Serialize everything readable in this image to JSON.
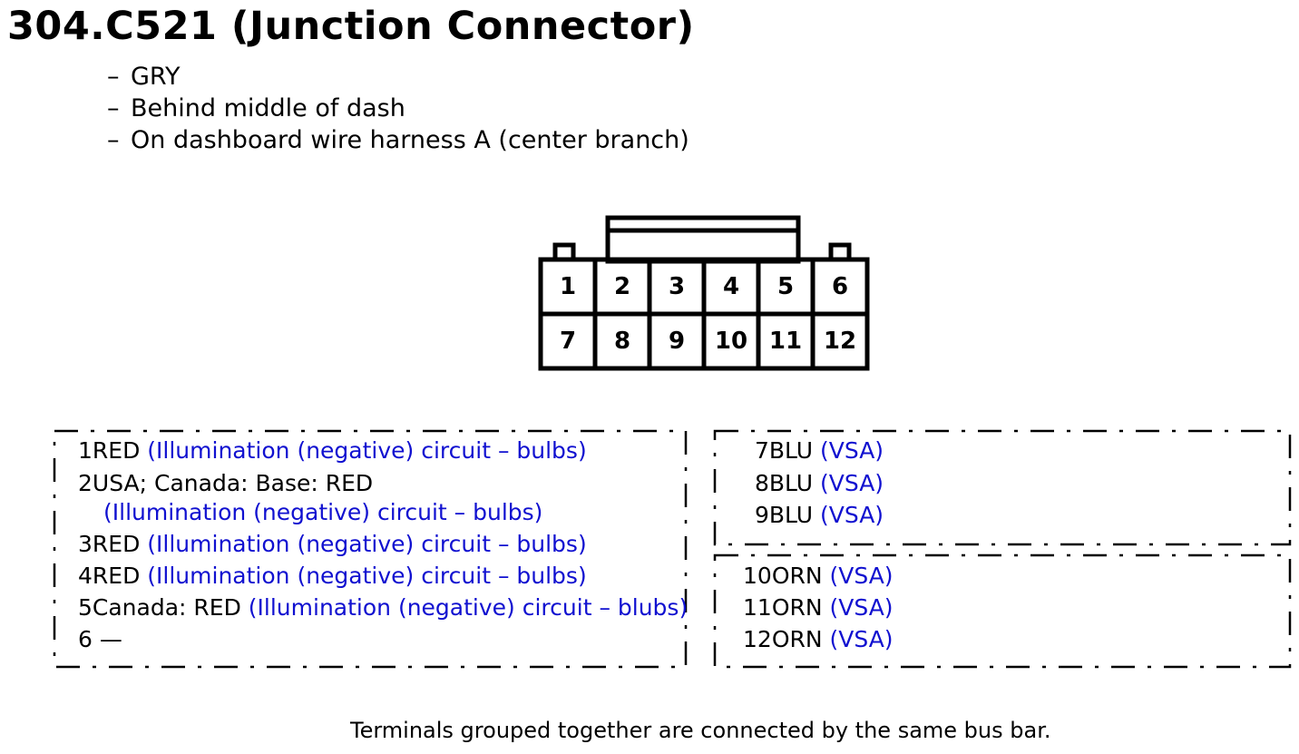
{
  "title": "304.C521 (Junction Connector)",
  "notes": [
    "GRY",
    "Behind middle of dash",
    "On dashboard wire harness A (center branch)"
  ],
  "note_dash": "–",
  "connector": {
    "top_row": [
      "1",
      "2",
      "3",
      "4",
      "5",
      "6"
    ],
    "bottom_row": [
      "7",
      "8",
      "9",
      "10",
      "11",
      "12"
    ]
  },
  "groups": {
    "left": [
      {
        "pin": "1",
        "wire": "RED",
        "circuit": "(Illumination (negative) circuit – bulbs)"
      },
      {
        "pin": "2",
        "wire": "USA; Canada: Base: RED",
        "circuit": "(Illumination (negative) circuit – bulbs)"
      },
      {
        "pin": "3",
        "wire": "RED",
        "circuit": "(Illumination (negative) circuit – bulbs)"
      },
      {
        "pin": "4",
        "wire": "RED",
        "circuit": "(Illumination (negative) circuit – bulbs)"
      },
      {
        "pin": "5",
        "wire": "Canada: RED",
        "circuit": "(Illumination (negative) circuit – blubs)"
      },
      {
        "pin": "6",
        "wire": "—",
        "circuit": ""
      }
    ],
    "right_top": [
      {
        "pin": "7",
        "wire": "BLU",
        "circuit": "(VSA)"
      },
      {
        "pin": "8",
        "wire": "BLU",
        "circuit": "(VSA)"
      },
      {
        "pin": "9",
        "wire": "BLU",
        "circuit": "(VSA)"
      }
    ],
    "right_bottom": [
      {
        "pin": "10",
        "wire": "ORN",
        "circuit": "(VSA)"
      },
      {
        "pin": "11",
        "wire": "ORN",
        "circuit": "(VSA)"
      },
      {
        "pin": "12",
        "wire": "ORN",
        "circuit": "(VSA)"
      }
    ]
  },
  "footer": "Terminals grouped together are connected by the same bus bar.",
  "colors": {
    "circuit_text": "#1010d0",
    "line": "#000000"
  }
}
